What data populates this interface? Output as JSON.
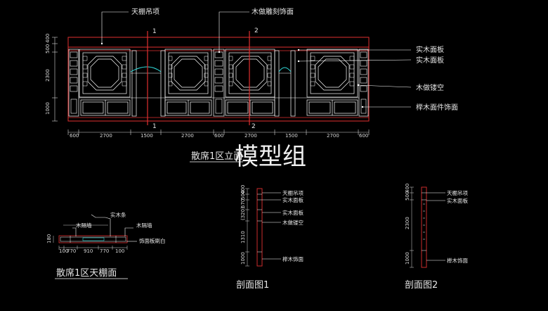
{
  "elevation": {
    "labels": {
      "ceiling": "天棚吊项",
      "carving": "木做雕刻饰面",
      "panel1": "实木面板",
      "panel2": "实木面板",
      "openwork": "木做镂空",
      "beech": "榉木面件饰面"
    },
    "section_marks": [
      "1",
      "2",
      "1",
      "2"
    ],
    "horizontal_dims": [
      "600",
      "2700",
      "1500",
      "2700",
      "600",
      "2700",
      "1500",
      "2700",
      "600"
    ],
    "vertical_dims": [
      "400",
      "500",
      "2300",
      "1000"
    ],
    "title": "散席1区立面"
  },
  "watermark": "模型组",
  "plan": {
    "labels": {
      "solid_strip": "实木条",
      "partition_left": "木隔墙",
      "partition_right": "木隔墙",
      "finish": "饰面板刷白"
    },
    "dims": [
      "100",
      "770",
      "910",
      "770",
      "100"
    ],
    "vdim": "180",
    "title": "散席1区天棚面"
  },
  "section1": {
    "labels": {
      "ceiling": "天棚吊项",
      "panel": "实木面板",
      "panel2": "实木面板",
      "openwork": "木做镂空",
      "beech": "榉木饰面"
    },
    "vdims": [
      "400",
      "500",
      "670",
      "(320)",
      "1310",
      "1000"
    ],
    "title": "剖面图1"
  },
  "section2": {
    "labels": {
      "ceiling": "天棚吊项",
      "panel": "实木面板",
      "beech": "榉木饰面"
    },
    "vdims": [
      "400",
      "500",
      "2300",
      "1000"
    ],
    "title": "剖面图2"
  },
  "colors": {
    "outline": "#e03030",
    "detail": "#ffffff",
    "trim": "#30d8d8",
    "text": "#e6e6e6",
    "dim": "#d8d8d8"
  }
}
